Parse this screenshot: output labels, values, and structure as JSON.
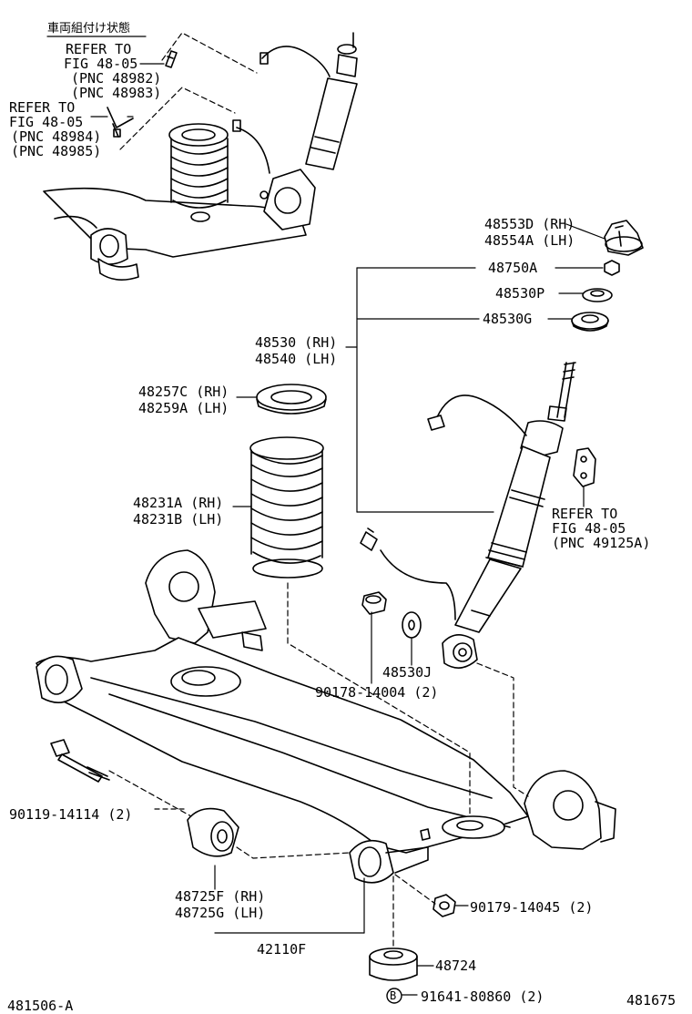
{
  "inset": {
    "title": "車両組付け状態",
    "refer_a": [
      "REFER TO",
      "FIG 48-05",
      "(PNC 48982)",
      "(PNC 48983)"
    ],
    "refer_b": [
      "REFER TO",
      "FIG 48-05",
      "(PNC 48984)",
      "(PNC 48985)"
    ]
  },
  "parts": {
    "bumper_rh": "48553D (RH)",
    "bumper_lh": "48554A (LH)",
    "nut_48750a": "48750A",
    "washer_48530p": "48530P",
    "cushion_48530g": "48530G",
    "absorber_rh": "48530 (RH)",
    "absorber_lh": "48540 (LH)",
    "insulator_rh": "48257C (RH)",
    "insulator_lh": "48259A (LH)",
    "spring_rh": "48231A (RH)",
    "spring_lh": "48231B (LH)",
    "bracket_refer": [
      "REFER TO",
      "FIG 48-05",
      "(PNC 49125A)"
    ],
    "washer_48530j": "48530J",
    "collar_90178": "90178-14004 (2)",
    "bolt_90119": "90119-14114 (2)",
    "bushing_rh": "48725F (RH)",
    "bushing_lh": "48725G (LH)",
    "nut_90179": "90179-14045 (2)",
    "beam_42110f": "42110F",
    "stopper_48724": "48724",
    "bolt_b_marker": "B",
    "bolt_91641": "91641-80860 (2)"
  },
  "footer": {
    "left_code": "481506-A",
    "right_code": "481675"
  }
}
